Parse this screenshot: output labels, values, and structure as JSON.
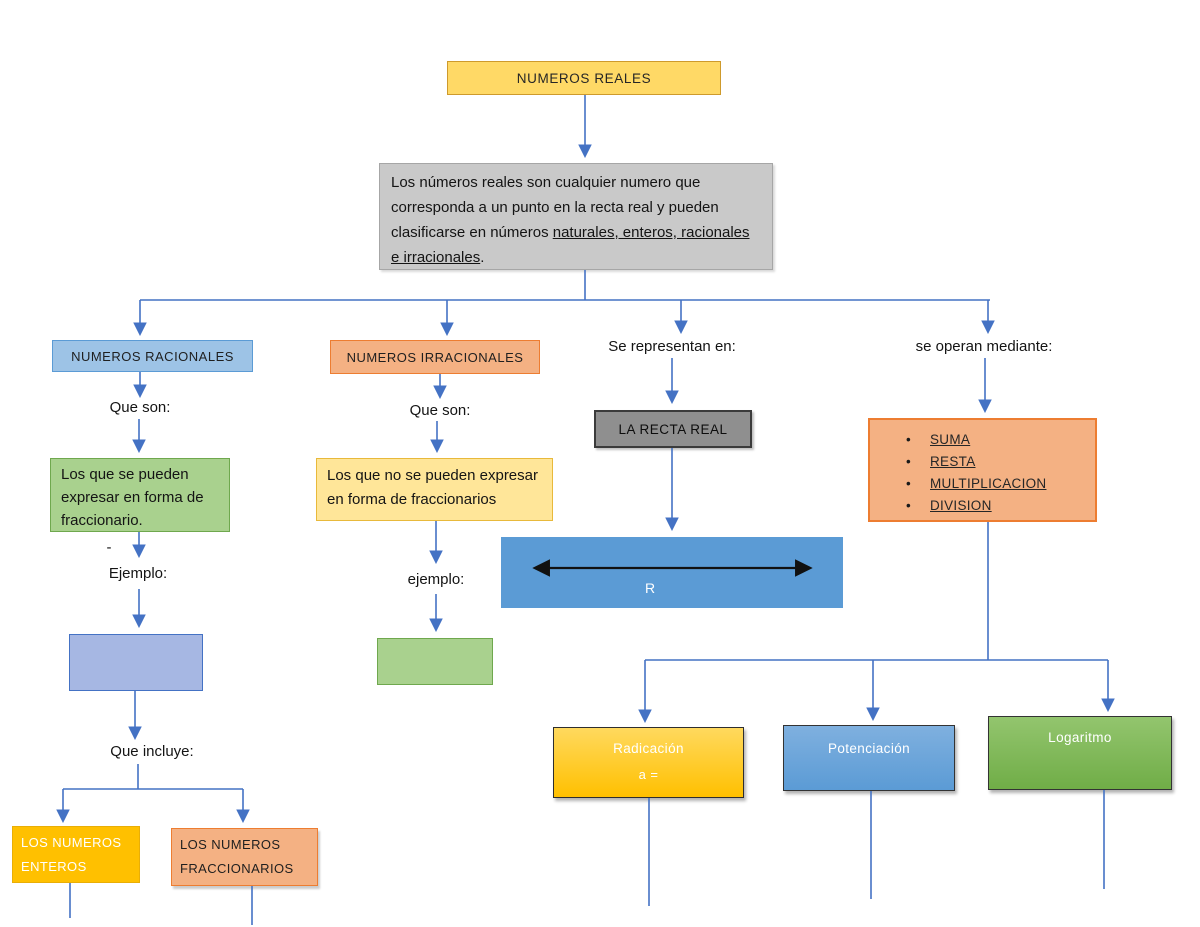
{
  "root": {
    "title": "NUMEROS REALES"
  },
  "description": {
    "plain": "Los números reales son cualquier numero que corresponda a un punto en la recta real y pueden clasificarse en números ",
    "underlined": "naturales, enteros, racionales e irracionales",
    "period": "."
  },
  "rationals": {
    "title": "NUMEROS RACIONALES",
    "que_son_label": "Que son:",
    "definition": "Los que se pueden expresar en forma de fraccionario.",
    "dash_label": "-",
    "ejemplo_label": "Ejemplo:",
    "que_incluye_label": "Que incluye:",
    "enteros_label": "LOS NUMEROS ENTEROS",
    "fraccionarios_label": "LOS NUMEROS FRACCIONARIOS"
  },
  "irrationals": {
    "title": "NUMEROS IRRACIONALES",
    "que_son_label": "Que son:",
    "definition": "Los que no se pueden expresar en forma de fraccionarios",
    "ejemplo_label": "ejemplo:"
  },
  "representation": {
    "label": "Se representan en:",
    "recta_real": "LA RECTA REAL",
    "r_label": "R"
  },
  "operations": {
    "label": "se operan mediante:",
    "items": [
      "SUMA",
      "RESTA",
      "MULTIPLICACION",
      "DIVISION"
    ],
    "radicacion_title": "Radicación",
    "radicacion_formula": "a =",
    "potenciacion_title": "Potenciación",
    "logaritmo_title": "Logaritmo"
  },
  "palette": {
    "connector_blue": "#4472C4",
    "gold_light": "#FFD966",
    "gold": "#FFC000",
    "salmon": "#F4B183",
    "salmon_border": "#ED7D31",
    "blue_light": "#9DC3E6",
    "blue": "#5B9BD5",
    "green_light": "#A9D18E",
    "green": "#70AD47",
    "yellow_light": "#FFE699",
    "gray_fill": "#C9C9C9",
    "gray_dark": "#8F8F8F",
    "periwinkle": "#A6B7E3"
  }
}
